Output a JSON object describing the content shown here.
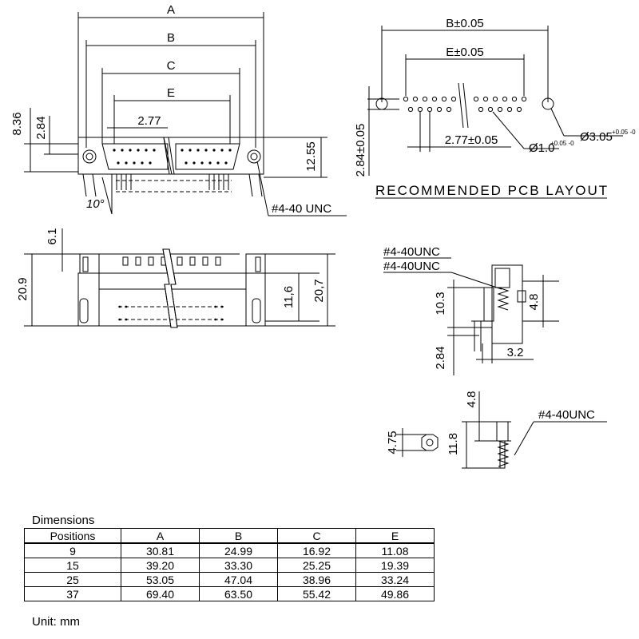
{
  "front_view": {
    "dims": {
      "a": "A",
      "b": "B",
      "c": "C",
      "e": "E",
      "pitch": "2.77",
      "h836": "8.36",
      "h284": "2.84",
      "h1255": "12.55",
      "angle": "10°",
      "thread": "#4-40 UNC"
    }
  },
  "pcb_layout": {
    "dims": {
      "b": "B±0.05",
      "e": "E±0.05",
      "pitch": "2.77±0.05",
      "row": "2.84±0.05",
      "hole_small": "Ø1.0",
      "hole_small_tol": "+0.05\n-0",
      "hole_large": "Ø3.05",
      "hole_large_tol": "+0.05\n-0"
    },
    "title": "RECOMMENDED PCB LAYOUT"
  },
  "side_view": {
    "dims": {
      "h61": "6.1",
      "h209": "20.9",
      "h116": "11,6",
      "h207": "20,7"
    }
  },
  "profile_view": {
    "dims": {
      "thread1": "#4-40UNC",
      "thread2": "#4-40UNC",
      "h103": "10.3",
      "h48": "4.8",
      "h284": "2.84",
      "w32": "3.2"
    }
  },
  "screw_view": {
    "dims": {
      "h48": "4.8",
      "thread": "#4-40UNC",
      "h475": "4.75",
      "h118": "11.8"
    }
  },
  "dimensions_table": {
    "title": "Dimensions",
    "headers": [
      "Positions",
      "A",
      "B",
      "C",
      "E"
    ],
    "rows": [
      [
        "9",
        "30.81",
        "24.99",
        "16.92",
        "11.08"
      ],
      [
        "15",
        "39.20",
        "33.30",
        "25.25",
        "19.39"
      ],
      [
        "25",
        "53.05",
        "47.04",
        "38.96",
        "33.24"
      ],
      [
        "37",
        "69.40",
        "63.50",
        "55.42",
        "49.86"
      ]
    ]
  },
  "unit_note": "Unit: mm"
}
